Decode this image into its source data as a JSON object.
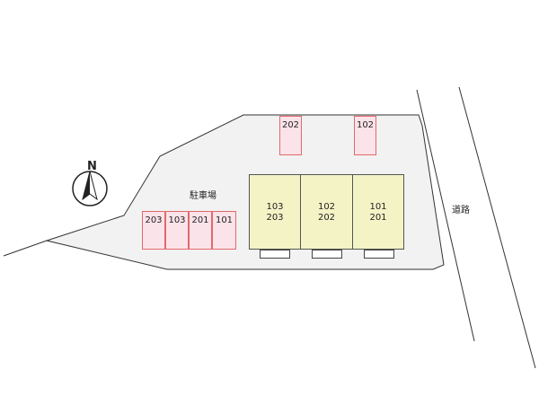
{
  "compass": {
    "label": "N"
  },
  "lot": {
    "parking_label": "駐車場",
    "road_label": "道路"
  },
  "parking_top": [
    {
      "label": "202"
    },
    {
      "label": "102"
    }
  ],
  "parking_left": [
    {
      "label": "203"
    },
    {
      "label": "103"
    },
    {
      "label": "201"
    },
    {
      "label": "101"
    }
  ],
  "units": [
    {
      "upper": "103",
      "lower": "203"
    },
    {
      "upper": "102",
      "lower": "202"
    },
    {
      "upper": "101",
      "lower": "201"
    }
  ],
  "colors": {
    "lot_fill": "#f2f2f2",
    "unit_fill": "#f3f3c6",
    "slot_fill": "#fbe3ea",
    "slot_border": "#e06a6a"
  }
}
